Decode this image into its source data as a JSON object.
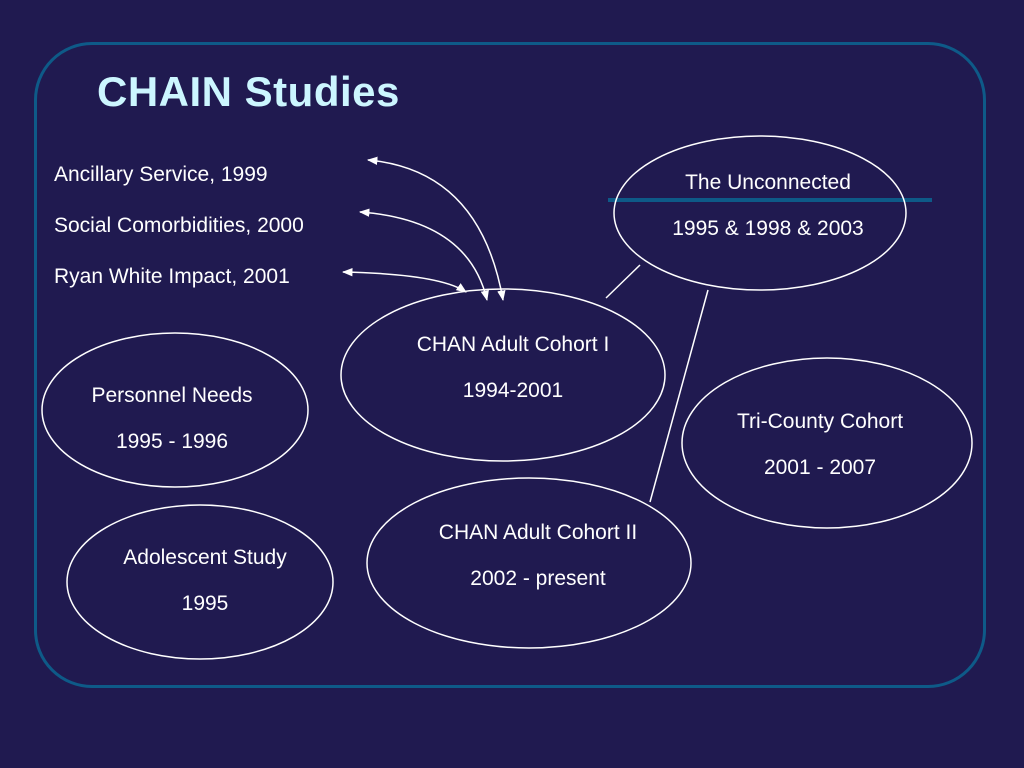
{
  "slide": {
    "title": "CHAIN Studies",
    "side_studies": [
      {
        "label": "Ancillary Service, 1999"
      },
      {
        "label": "Social Comorbidities, 2000"
      },
      {
        "label": "Ryan White Impact, 2001"
      }
    ],
    "nodes": {
      "unconnected": {
        "line1": "The Unconnected",
        "line2": "1995 & 1998 & 2003"
      },
      "cohort1": {
        "line1": "CHAN Adult Cohort I",
        "line2": "1994-2001"
      },
      "personnel": {
        "line1": "Personnel Needs",
        "line2": "1995 - 1996"
      },
      "tricounty": {
        "line1": "Tri-County Cohort",
        "line2": "2001 - 2007"
      },
      "cohort2": {
        "line1": "CHAN Adult Cohort II",
        "line2": "2002 - present"
      },
      "adolescent": {
        "line1": "Adolescent Study",
        "line2": "1995"
      }
    }
  },
  "colors": {
    "background": "#201a50",
    "frame": "#0e5a88",
    "title": "#ccf6ff",
    "text": "#ffffff"
  }
}
